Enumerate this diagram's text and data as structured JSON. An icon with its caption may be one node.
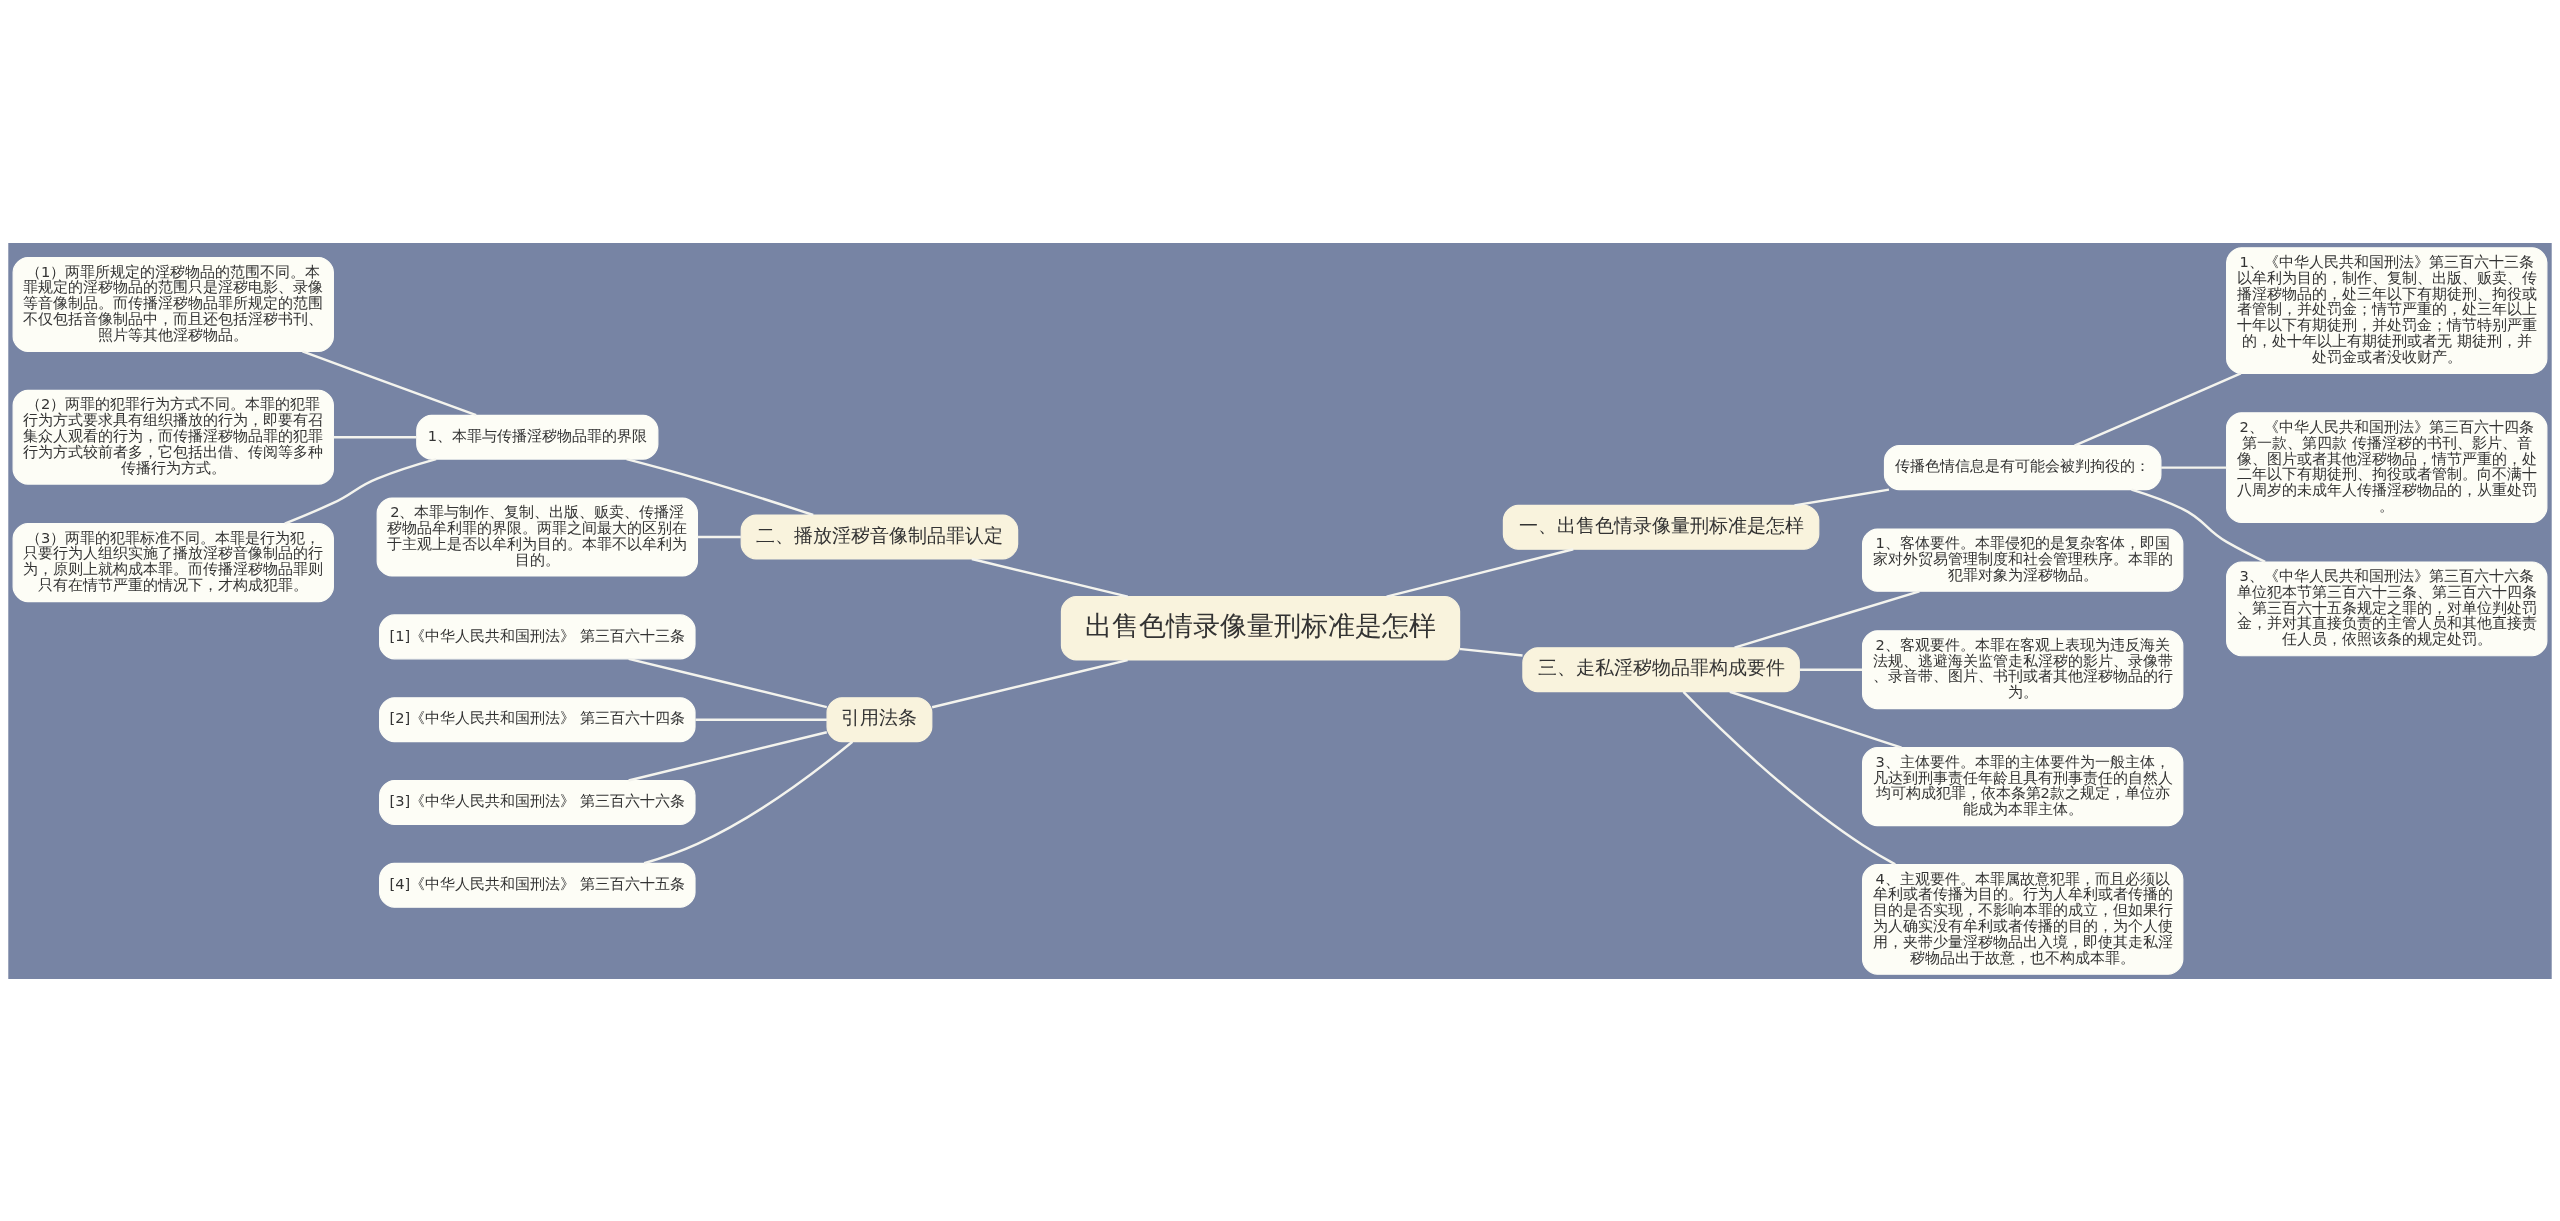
{
  "diagram": {
    "nodes": [
      {
        "text": [
          "出售色情录像量刑标准是怎样"
        ]
      },
      {
        "text": [
          "二、播放淫秽音像制品罪认定"
        ]
      },
      {
        "text": [
          "1、本罪与传播淫秽物品罪的界限"
        ]
      },
      {
        "text": [
          "（1）两罪所规定的淫秽物品的范围不同。本罪规定的淫秽物品的范围只是淫秽电影、录像等音像制品。而传播淫秽物品罪所规定的范围不仅包括音像制品中，而且还包括淫秽书刊、照片等其他淫秽物品。"
        ]
      },
      {
        "text": [
          "（2）两罪的犯罪行为方式不同。本罪的犯罪行为方式要求具有组织播放的行为，即要有召集众人观看的行为，而传播淫秽物品罪的犯罪行为方式较前者多，它包括出借、传阅等多种传播行为方式。"
        ]
      },
      {
        "text": [
          "（3）两罪的犯罪标准不同。本罪是行为犯，只要行为人组织实施了播放淫秽音像制品的行为，原则上就构成本罪。而传播淫秽物品罪则只有在情节严重的情况下，才构成犯罪。"
        ]
      },
      {
        "text": [
          "2、本罪与制作、复制、出版、贩卖、传播淫秽物品牟利罪的界限。两罪之间最大的区别在于主观上是否以牟利为目的。本罪不以牟利为目的。"
        ]
      },
      {
        "text": [
          "引用法条"
        ]
      },
      {
        "text": [
          "[1]《中华人民共和国刑法》 第三百六十三条"
        ]
      },
      {
        "text": [
          "[2]《中华人民共和国刑法》 第三百六十四条"
        ]
      },
      {
        "text": [
          "[3]《中华人民共和国刑法》 第三百六十六条"
        ]
      },
      {
        "text": [
          "[4]《中华人民共和国刑法》 第三百六十五条"
        ]
      },
      {
        "text": [
          "一、出售色情录像量刑标准是怎样"
        ]
      },
      {
        "text": [
          "传播色情信息是有可能会被判拘役的："
        ]
      },
      {
        "text": [
          "1、《中华人民共和国刑法》第三百六十三条以牟利为目的，制作、复制、出版、贩卖、传播淫秽物品的，处三年以下有期徒刑、拘役或者管制，并处罚金；情节严重的，处三年以上十年以下有期徒刑，并处罚金；情节特别严重的，处十年以上有期徒刑或者无 期徒刑，并处罚金或者没收财产。"
        ]
      },
      {
        "text": [
          "2、《中华人民共和国刑法》第三百六十四条第一款、第四款 传播淫秽的书刊、影片、音像、图片或者其他淫秽物品，情节严重的，处二年以下有期徒刑、拘役或者管制。向不满十八周岁的未成年人传播淫秽物品的，从重处罚。"
        ]
      },
      {
        "text": [
          "3、《中华人民共和国刑法》第三百六十六条单位犯本节第三百六十三条、第三百六十四条、第三百六十五条规定之罪的，对单位判处罚金，并对其直接负责的主管人员和其他直接责任人员，依照该条的规定处罚。"
        ]
      },
      {
        "text": [
          "三、走私淫秽物品罪构成要件"
        ]
      },
      {
        "text": [
          "1、客体要件。本罪侵犯的是复杂客体，即国家对外贸易管理制度和社会管理秩序。本罪的犯罪对象为淫秽物品。"
        ]
      },
      {
        "text": [
          "2、客观要件。本罪在客观上表现为违反海关法规、逃避海关监管走私淫秽的影片、录像带、录音带、图片、书刊或者其他淫秽物品的行为。"
        ]
      },
      {
        "text": [
          "3、主体要件。本罪的主体要件为一般主体，凡达到刑事责任年龄且具有刑事责任的自然人均可构成犯罪，依本条第2款之规定，单位亦能成为本罪主体。"
        ]
      },
      {
        "text": [
          "4、主观要件。本罪属故意犯罪，而且必须以牟利或者传播为目的。行为人牟利或者传播的目的是否实现，不影响本罪的成立，但如果行为人确实没有牟利或者传播的目的，为个人使用，夹带少量淫秽物品出入境，即使其走私淫秽物品出于故意，也不构成本罪。"
        ]
      }
    ],
    "edges": [
      {
        "from": 0,
        "to": 1,
        "arrow": "none"
      },
      {
        "from": 1,
        "to": 2,
        "arrow": "none"
      },
      {
        "from": 2,
        "to": 3,
        "arrow": "none"
      },
      {
        "from": 2,
        "to": 4,
        "arrow": "none"
      },
      {
        "from": 2,
        "to": 5,
        "arrow": "none"
      },
      {
        "from": 1,
        "to": 6,
        "arrow": "none"
      },
      {
        "from": 0,
        "to": 7,
        "arrow": "none"
      },
      {
        "from": 7,
        "to": 8,
        "arrow": "none"
      },
      {
        "from": 7,
        "to": 9,
        "arrow": "none"
      },
      {
        "from": 7,
        "to": 10,
        "arrow": "none"
      },
      {
        "from": 7,
        "to": 11,
        "arrow": "none"
      },
      {
        "from": 0,
        "to": 12,
        "arrow": "none"
      },
      {
        "from": 12,
        "to": 13,
        "arrow": "none"
      },
      {
        "from": 13,
        "to": 14,
        "arrow": "none"
      },
      {
        "from": 13,
        "to": 15,
        "arrow": "none"
      },
      {
        "from": 13,
        "to": 16,
        "arrow": "none"
      },
      {
        "from": 0,
        "to": 17,
        "arrow": "none"
      },
      {
        "from": 17,
        "to": 18,
        "arrow": "none"
      },
      {
        "from": 17,
        "to": 19,
        "arrow": "none"
      },
      {
        "from": 17,
        "to": 20,
        "arrow": "none"
      },
      {
        "from": 17,
        "to": 21,
        "arrow": "none"
      }
    ]
  }
}
